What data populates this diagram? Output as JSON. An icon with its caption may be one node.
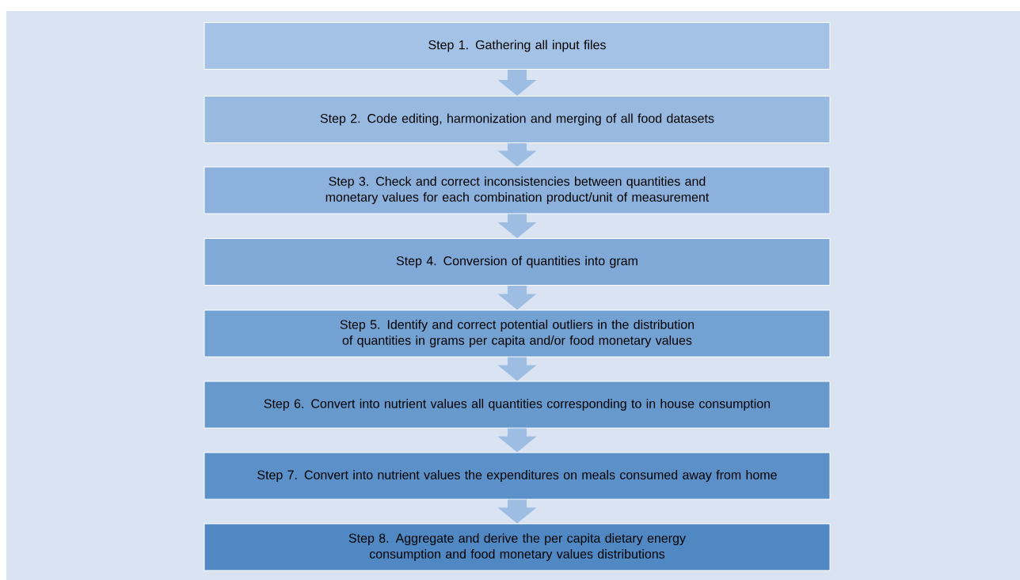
{
  "diagram": {
    "nodes": [
      {
        "text": [
          "Step 1. Gathering all input files"
        ]
      },
      {
        "text": [
          "Step 2. Code editing, harmonization and merging of all food datasets"
        ]
      },
      {
        "text": [
          "Step 3. Check and correct inconsistencies between quantities and monetary values for each combination product/unit of measurement"
        ]
      },
      {
        "text": [
          "Step 4. Conversion of quantities into gram"
        ]
      },
      {
        "text": [
          "Step 5. Identify and correct  potential outliers in the distribution of quantities in grams per capita and/or food monetary values"
        ]
      },
      {
        "text": [
          "Step 6. Convert into nutrient values all quantities corresponding to in house consumption"
        ]
      },
      {
        "text": [
          "Step 7. Convert into nutrient values the expenditures on meals consumed away from home"
        ]
      },
      {
        "text": [
          "Step 8. Aggregate and derive the per capita dietary energy consumption and food monetary values distributions"
        ]
      }
    ],
    "edges": [
      {
        "from": 0,
        "to": 1,
        "arrow": "to"
      },
      {
        "from": 1,
        "to": 2,
        "arrow": "to"
      },
      {
        "from": 2,
        "to": 3,
        "arrow": "to"
      },
      {
        "from": 3,
        "to": 4,
        "arrow": "to"
      },
      {
        "from": 4,
        "to": 5,
        "arrow": "to"
      },
      {
        "from": 5,
        "to": 6,
        "arrow": "to"
      },
      {
        "from": 6,
        "to": 7,
        "arrow": "to"
      }
    ]
  }
}
